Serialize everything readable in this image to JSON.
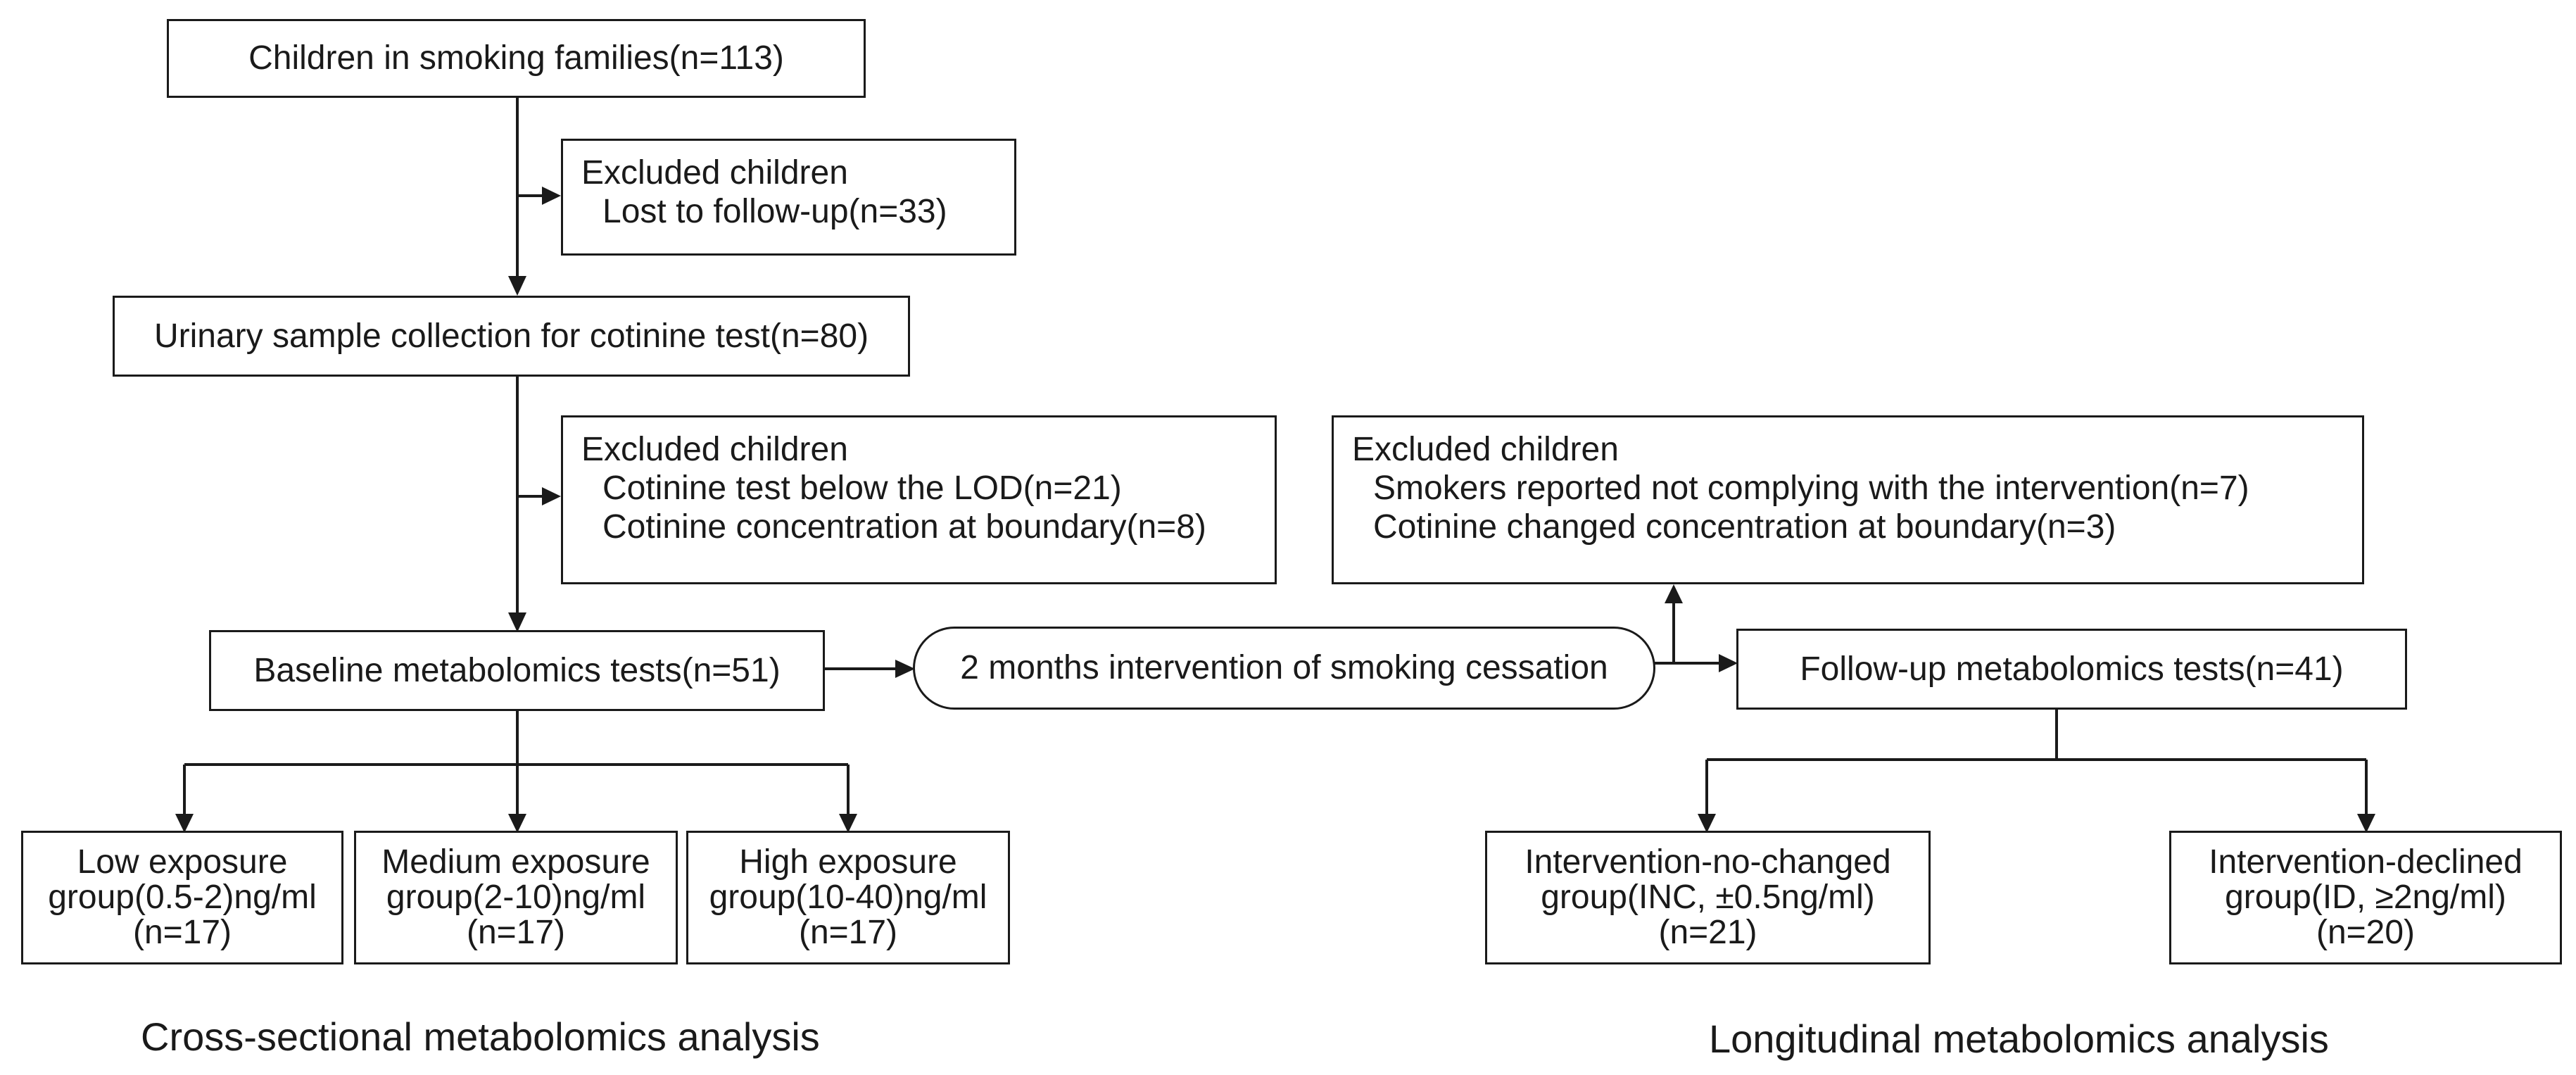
{
  "flow": {
    "children_total": "Children in smoking families(n=113)",
    "excluded_1": {
      "heading": "Excluded children",
      "items": [
        "Lost to follow-up(n=33)"
      ]
    },
    "urinary_sample": "Urinary sample collection for cotinine test(n=80)",
    "excluded_2": {
      "heading": "Excluded children",
      "items": [
        "Cotinine test below the LOD(n=21)",
        "Cotinine concentration at boundary(n=8)"
      ]
    },
    "baseline_tests": "Baseline metabolomics tests(n=51)",
    "intervention": "2 months intervention of smoking cessation",
    "excluded_3": {
      "heading": "Excluded children",
      "items": [
        "Smokers reported not complying with the intervention(n=7)",
        "Cotinine changed concentration at boundary(n=3)"
      ]
    },
    "followup_tests": "Follow-up metabolomics tests(n=41)"
  },
  "groups": {
    "low": [
      "Low exposure",
      "group(0.5-2)ng/ml",
      "(n=17)"
    ],
    "medium": [
      "Medium exposure",
      "group(2-10)ng/ml",
      "(n=17)"
    ],
    "high": [
      "High exposure",
      "group(10-40)ng/ml",
      "(n=17)"
    ],
    "inc": [
      "Intervention-no-changed",
      "group(INC, ±0.5ng/ml)",
      "(n=21)"
    ],
    "id": [
      "Intervention-declined",
      "group(ID, ≥2ng/ml)",
      "(n=20)"
    ]
  },
  "captions": {
    "cross_sectional": "Cross-sectional metabolomics analysis",
    "longitudinal": "Longitudinal metabolomics analysis"
  },
  "colors": {
    "stroke": "#1a1a1a",
    "background": "#ffffff"
  }
}
